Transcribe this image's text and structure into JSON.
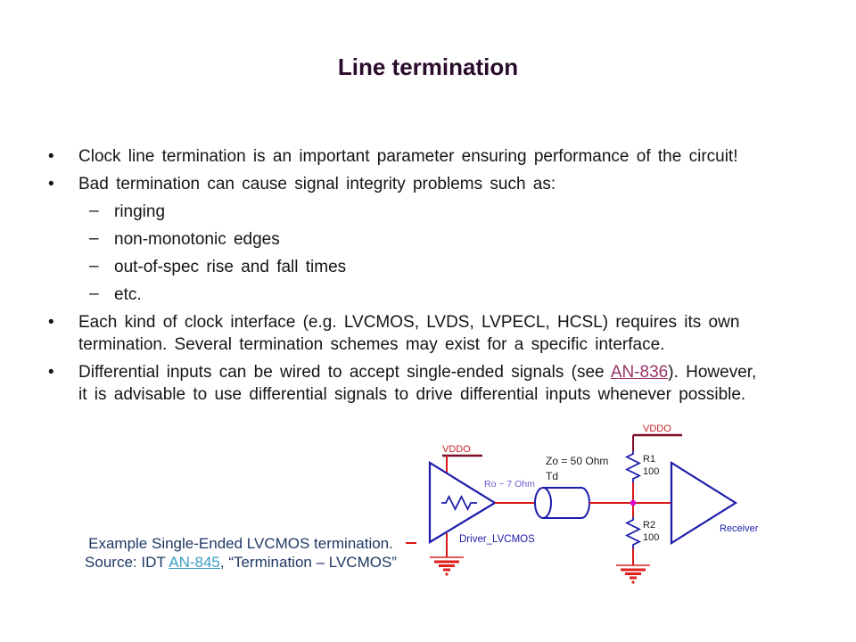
{
  "title": "Line termination",
  "bullets": {
    "b1": {
      "marker": "•",
      "text": "Clock line termination is an important parameter ensuring performance of the circuit!"
    },
    "b2": {
      "marker": "•",
      "text": "Bad termination can cause signal integrity problems such as:"
    },
    "sub": [
      {
        "marker": "–",
        "text": "ringing"
      },
      {
        "marker": "–",
        "text": "non-monotonic edges"
      },
      {
        "marker": "–",
        "text": "out-of-spec rise and fall times"
      },
      {
        "marker": "–",
        "text": "etc."
      }
    ],
    "b3": {
      "marker": "•",
      "line1": "Each kind of clock interface (e.g. LVCMOS, LVDS, LVPECL, HCSL) requires its own",
      "line2": "termination. Several termination schemes may exist for a specific interface."
    },
    "b4": {
      "marker": "•",
      "pre": "Differential inputs can be wired to accept single-ended signals (see ",
      "link": "AN-836",
      "post1": "). However,",
      "post2": "it is advisable to use differential signals to drive differential inputs whenever possible."
    }
  },
  "circuit": {
    "left_rail_label": "VDDO",
    "right_rail_label": "VDDO",
    "driver_output_impedance": "Ro ~ 7 Ohm",
    "line_impedance": "Zo = 50 Ohm",
    "line_delay": "Td",
    "r1_name": "R1",
    "r1_value": "100",
    "r2_name": "R2",
    "r2_value": "100",
    "driver_label": "Driver_LVCMOS",
    "receiver_label": "Receiver"
  },
  "caption": {
    "line1": "Example Single-Ended LVCMOS termination.",
    "line2_pre": "Source: IDT ",
    "line2_link": "AN-845",
    "line2_post": ", “Termination – LVCMOS”"
  },
  "colors": {
    "title": "#2b0b2b",
    "body_text": "#151515",
    "an836_link": "#993366",
    "caption_text": "#1f3864",
    "an845_link": "#3b9ec4",
    "circuit_blue": "#1c1caa",
    "circuit_red": "#d91818",
    "rail_dark_red": "#7a1025",
    "junction_magenta": "#dd00cd",
    "ro_label_purple": "#6a5acd",
    "ground_red": "#e02020"
  }
}
